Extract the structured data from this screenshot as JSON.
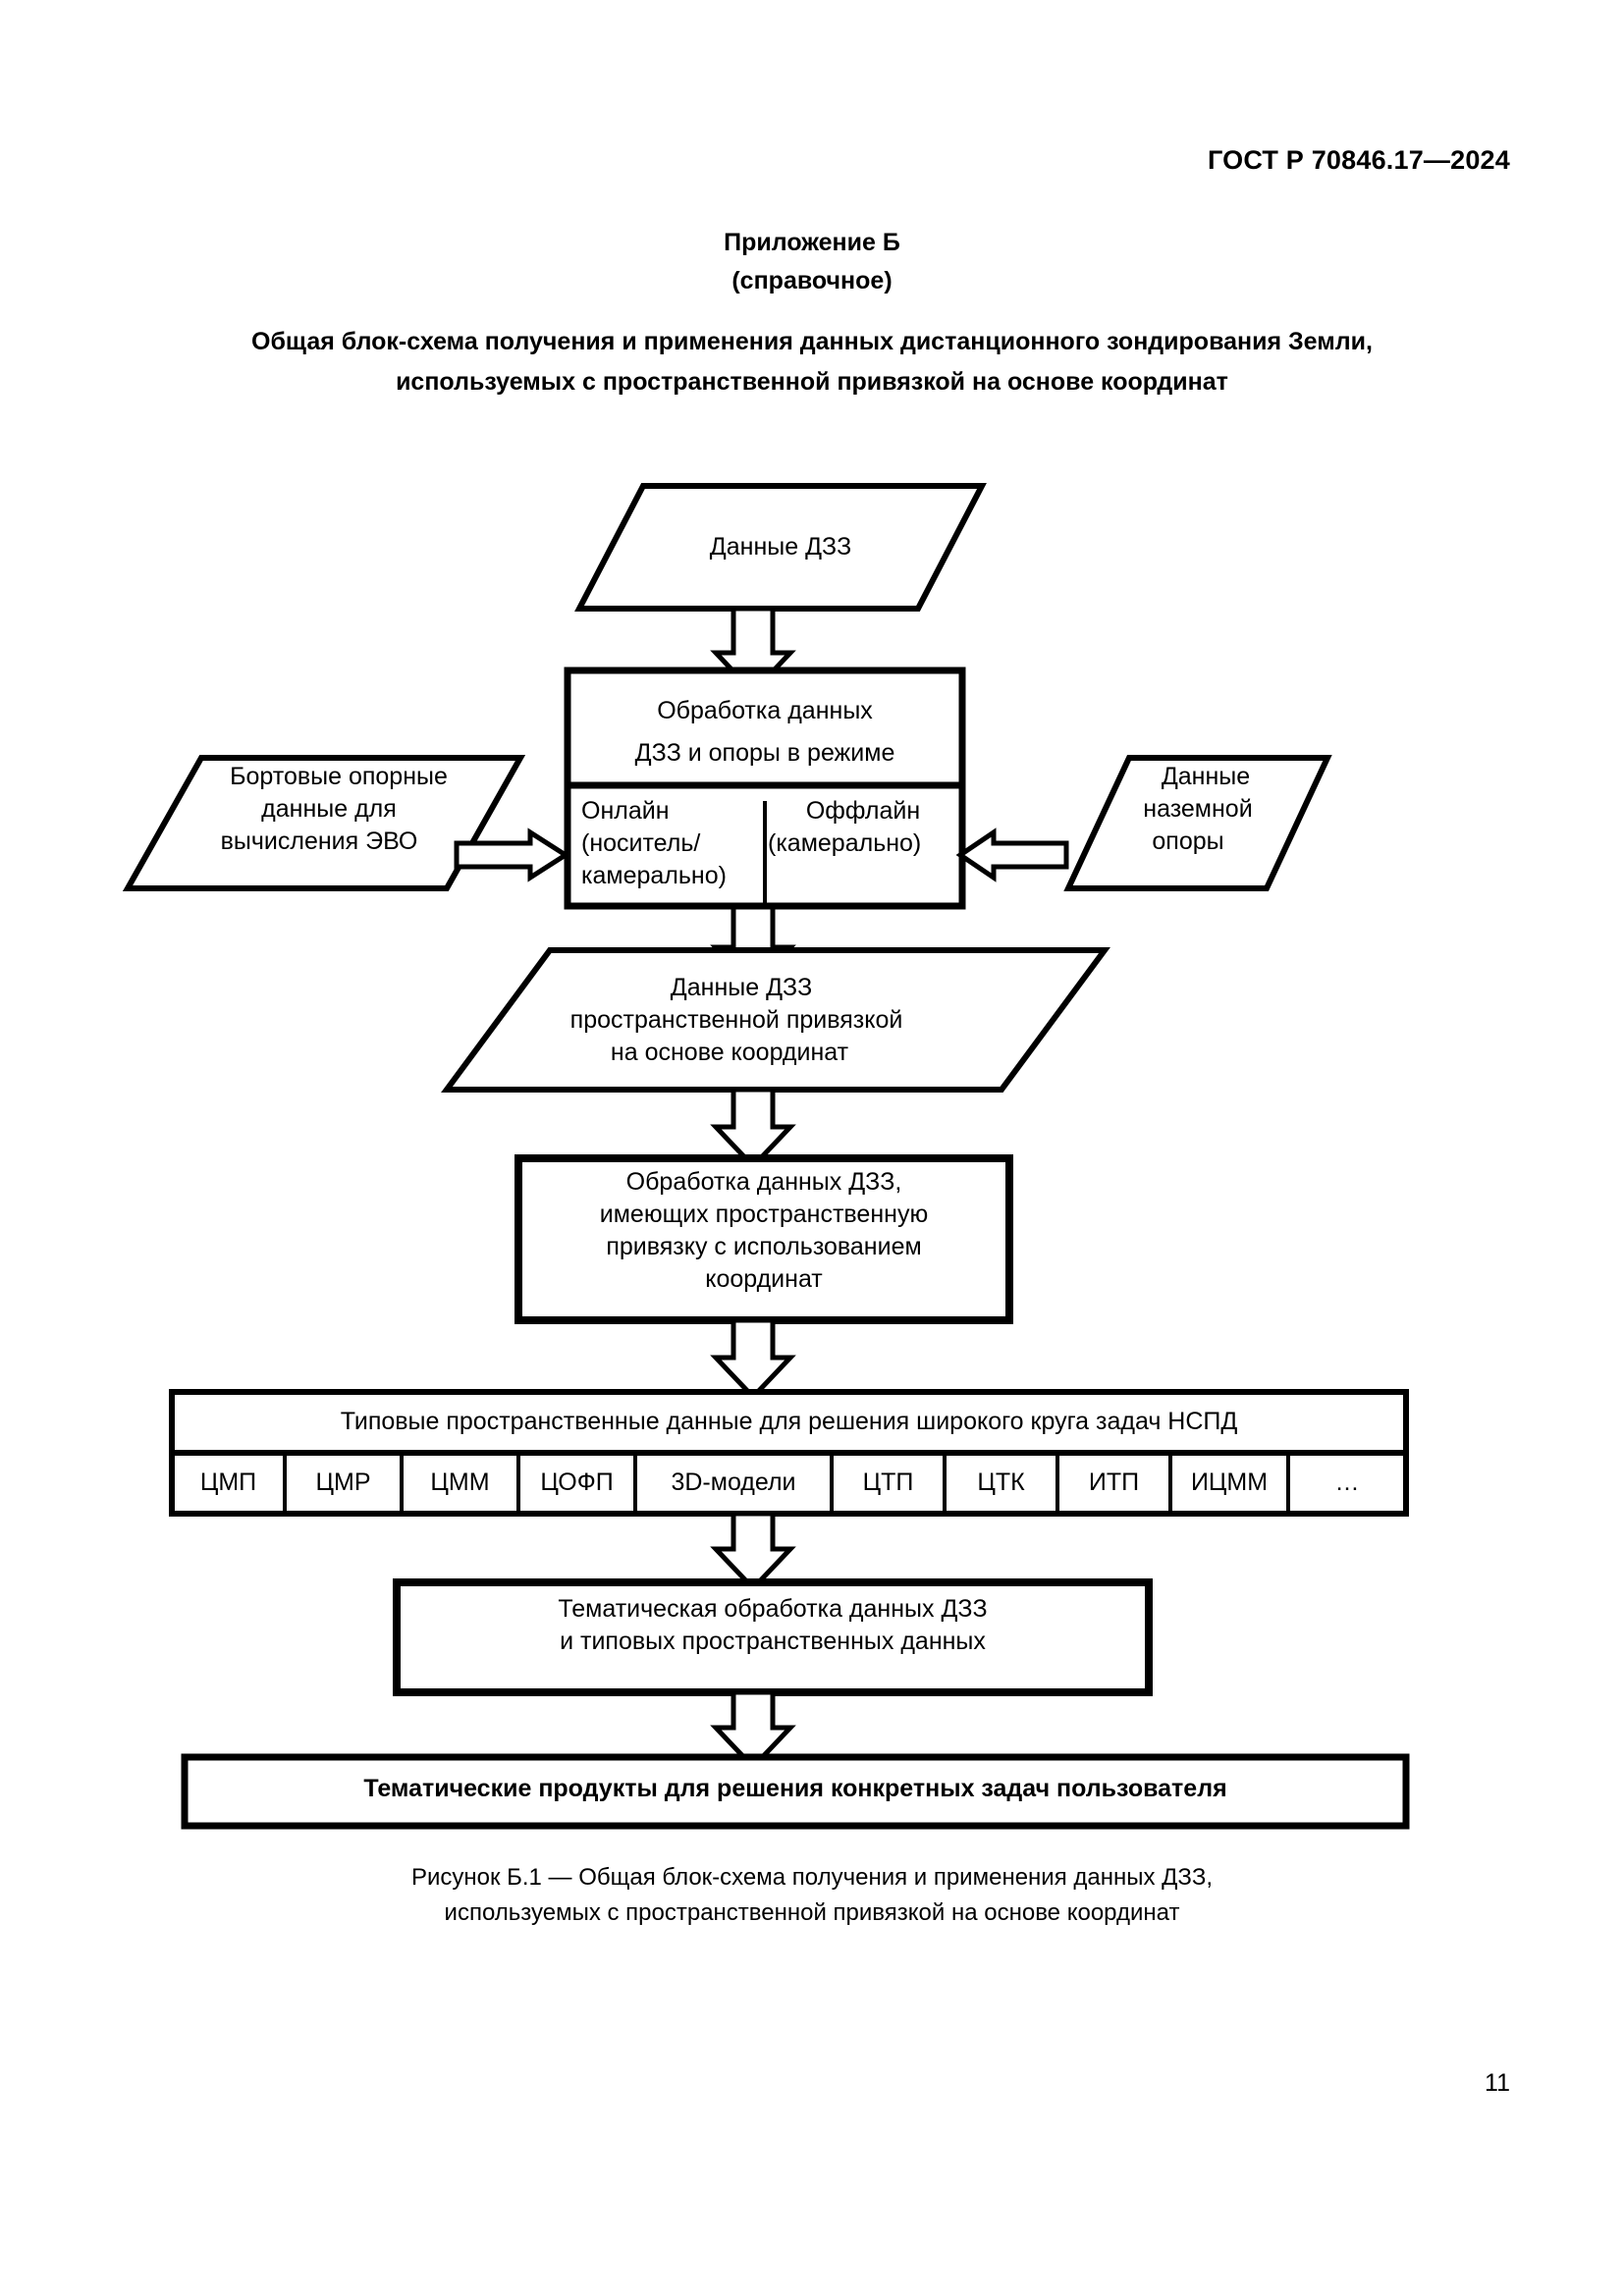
{
  "document": {
    "standard_id": "ГОСТ Р 70846.17—2024",
    "page_number": "11"
  },
  "appendix": {
    "line1": "Приложение Б",
    "line2": "(справочное)"
  },
  "title": {
    "line1": "Общая блок-схема получения и применения данных дистанционного зондирования Земли,",
    "line2": "используемых с пространственной привязкой на основе координат"
  },
  "diagram": {
    "node_data_rs": "Данные ДЗЗ",
    "node_processing_header_l1": "Обработка данных",
    "node_processing_header_l2": "ДЗЗ и опоры в режиме",
    "node_mode_online_l1": "Онлайн",
    "node_mode_online_l2": "(носитель/",
    "node_mode_online_l3": "камерально)",
    "node_mode_offline_l1": "Оффлайн",
    "node_mode_offline_l2": "(камерально)",
    "node_onboard_support_l1": "Бортовые опорные",
    "node_onboard_support_l2": "данные для",
    "node_onboard_support_l3": "вычисления ЭВО",
    "node_ground_support_l1": "Данные",
    "node_ground_support_l2": "наземной",
    "node_ground_support_l3": "опоры",
    "node_georef_data_l1": "Данные ДЗЗ",
    "node_georef_data_l2": "пространственной привязкой",
    "node_georef_data_l3": "на основе координат",
    "node_georef_processing_l1": "Обработка данных ДЗЗ,",
    "node_georef_processing_l2": "имеющих пространственную",
    "node_georef_processing_l3": "привязку с использованием",
    "node_georef_processing_l4": "координат",
    "node_typical_data_header": "Типовые пространственные данные для решения широкого круга задач НСПД",
    "typical_data_cells": [
      "ЦМП",
      "ЦМР",
      "ЦММ",
      "ЦОФП",
      "3D-модели",
      "ЦТП",
      "ЦТК",
      "ИТП",
      "ИЦММ",
      "…"
    ],
    "node_thematic_processing_l1": "Тематическая обработка данных ДЗЗ",
    "node_thematic_processing_l2": "и типовых пространственных данных",
    "node_thematic_products": "Тематические продукты для решения конкретных задач пользователя"
  },
  "caption": {
    "line1": "Рисунок Б.1 — Общая блок-схема получения и применения данных ДЗЗ,",
    "line2": "используемых с пространственной привязкой на основе координат"
  },
  "colors": {
    "stroke": "#000000",
    "fill": "#ffffff"
  }
}
